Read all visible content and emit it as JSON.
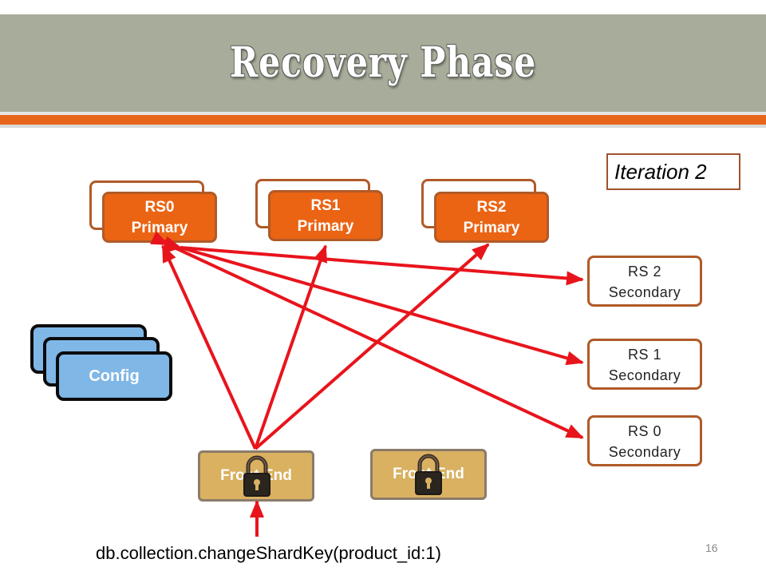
{
  "slide": {
    "title": "Recovery Phase",
    "iteration_label": "Iteration 2",
    "page_number": "16"
  },
  "primaries": [
    {
      "name": "RS0",
      "role": "Primary"
    },
    {
      "name": "RS1",
      "role": "Primary"
    },
    {
      "name": "RS2",
      "role": "Primary"
    }
  ],
  "secondaries": [
    {
      "name": "RS 2",
      "role": "Secondary"
    },
    {
      "name": "RS 1",
      "role": "Secondary"
    },
    {
      "name": "RS 0",
      "role": "Secondary"
    }
  ],
  "config": {
    "label": "Config"
  },
  "frontends": [
    {
      "label": "Front End",
      "locked": true,
      "lock_icon": "padlock-icon"
    },
    {
      "label": "Front End",
      "locked": true,
      "lock_icon": "padlock-icon"
    }
  ],
  "command": "db.collection.changeShardKey(product_id:1)",
  "colors": {
    "title_bar": "#a7ad9a",
    "accent_orange": "#e8661c",
    "primary_fill": "#ea6414",
    "border_brown": "#b05a28",
    "config_fill": "#7fb7e6",
    "frontend_fill": "#d9b161",
    "arrow_red": "#e8141c"
  }
}
